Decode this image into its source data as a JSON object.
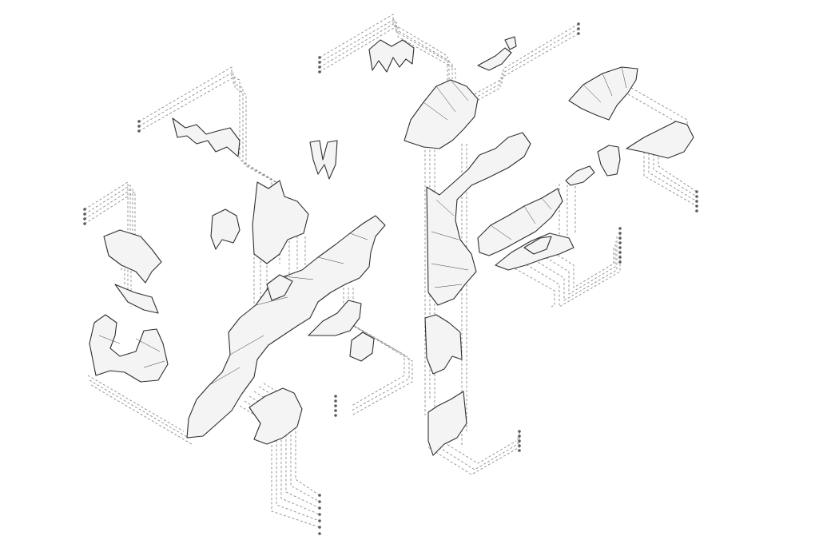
{
  "figure": {
    "title": "",
    "description_visible_text": "",
    "style": "exploded isometric wireframe mesh drawing",
    "colors": {
      "background": "#ffffff",
      "mesh_stroke": "#2e2e2e",
      "mesh_fill": "#f4f4f4",
      "leader_lines": "#8c8c8c",
      "terminal_dots": "#5a5a5a"
    },
    "fragment_count": 26,
    "leader_group_count": 10
  }
}
